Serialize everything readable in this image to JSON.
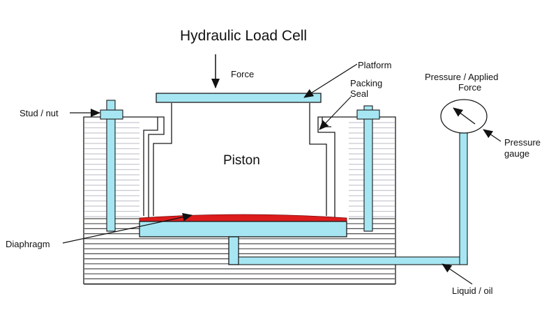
{
  "title": "Hydraulic Load Cell",
  "labels": {
    "force": "Force",
    "platform": "Platform",
    "packing_seal_line1": "Packing",
    "packing_seal_line2": "Seal",
    "pressure_applied_line1": "Pressure / Applied",
    "pressure_applied_line2": "Force",
    "stud_nut": "Stud / nut",
    "piston": "Piston",
    "pressure_gauge_line1": "Pressure",
    "pressure_gauge_line2": "gauge",
    "diaphragm": "Diaphragm",
    "liquid_oil": "Liquid / oil"
  },
  "colors": {
    "fluid": "#a6e6f2",
    "diaphragm": "#dd1c1c",
    "outline": "#1a1a1a",
    "hatch_light": "#c8c8d0",
    "hatch_dark": "#4a4a4a"
  }
}
